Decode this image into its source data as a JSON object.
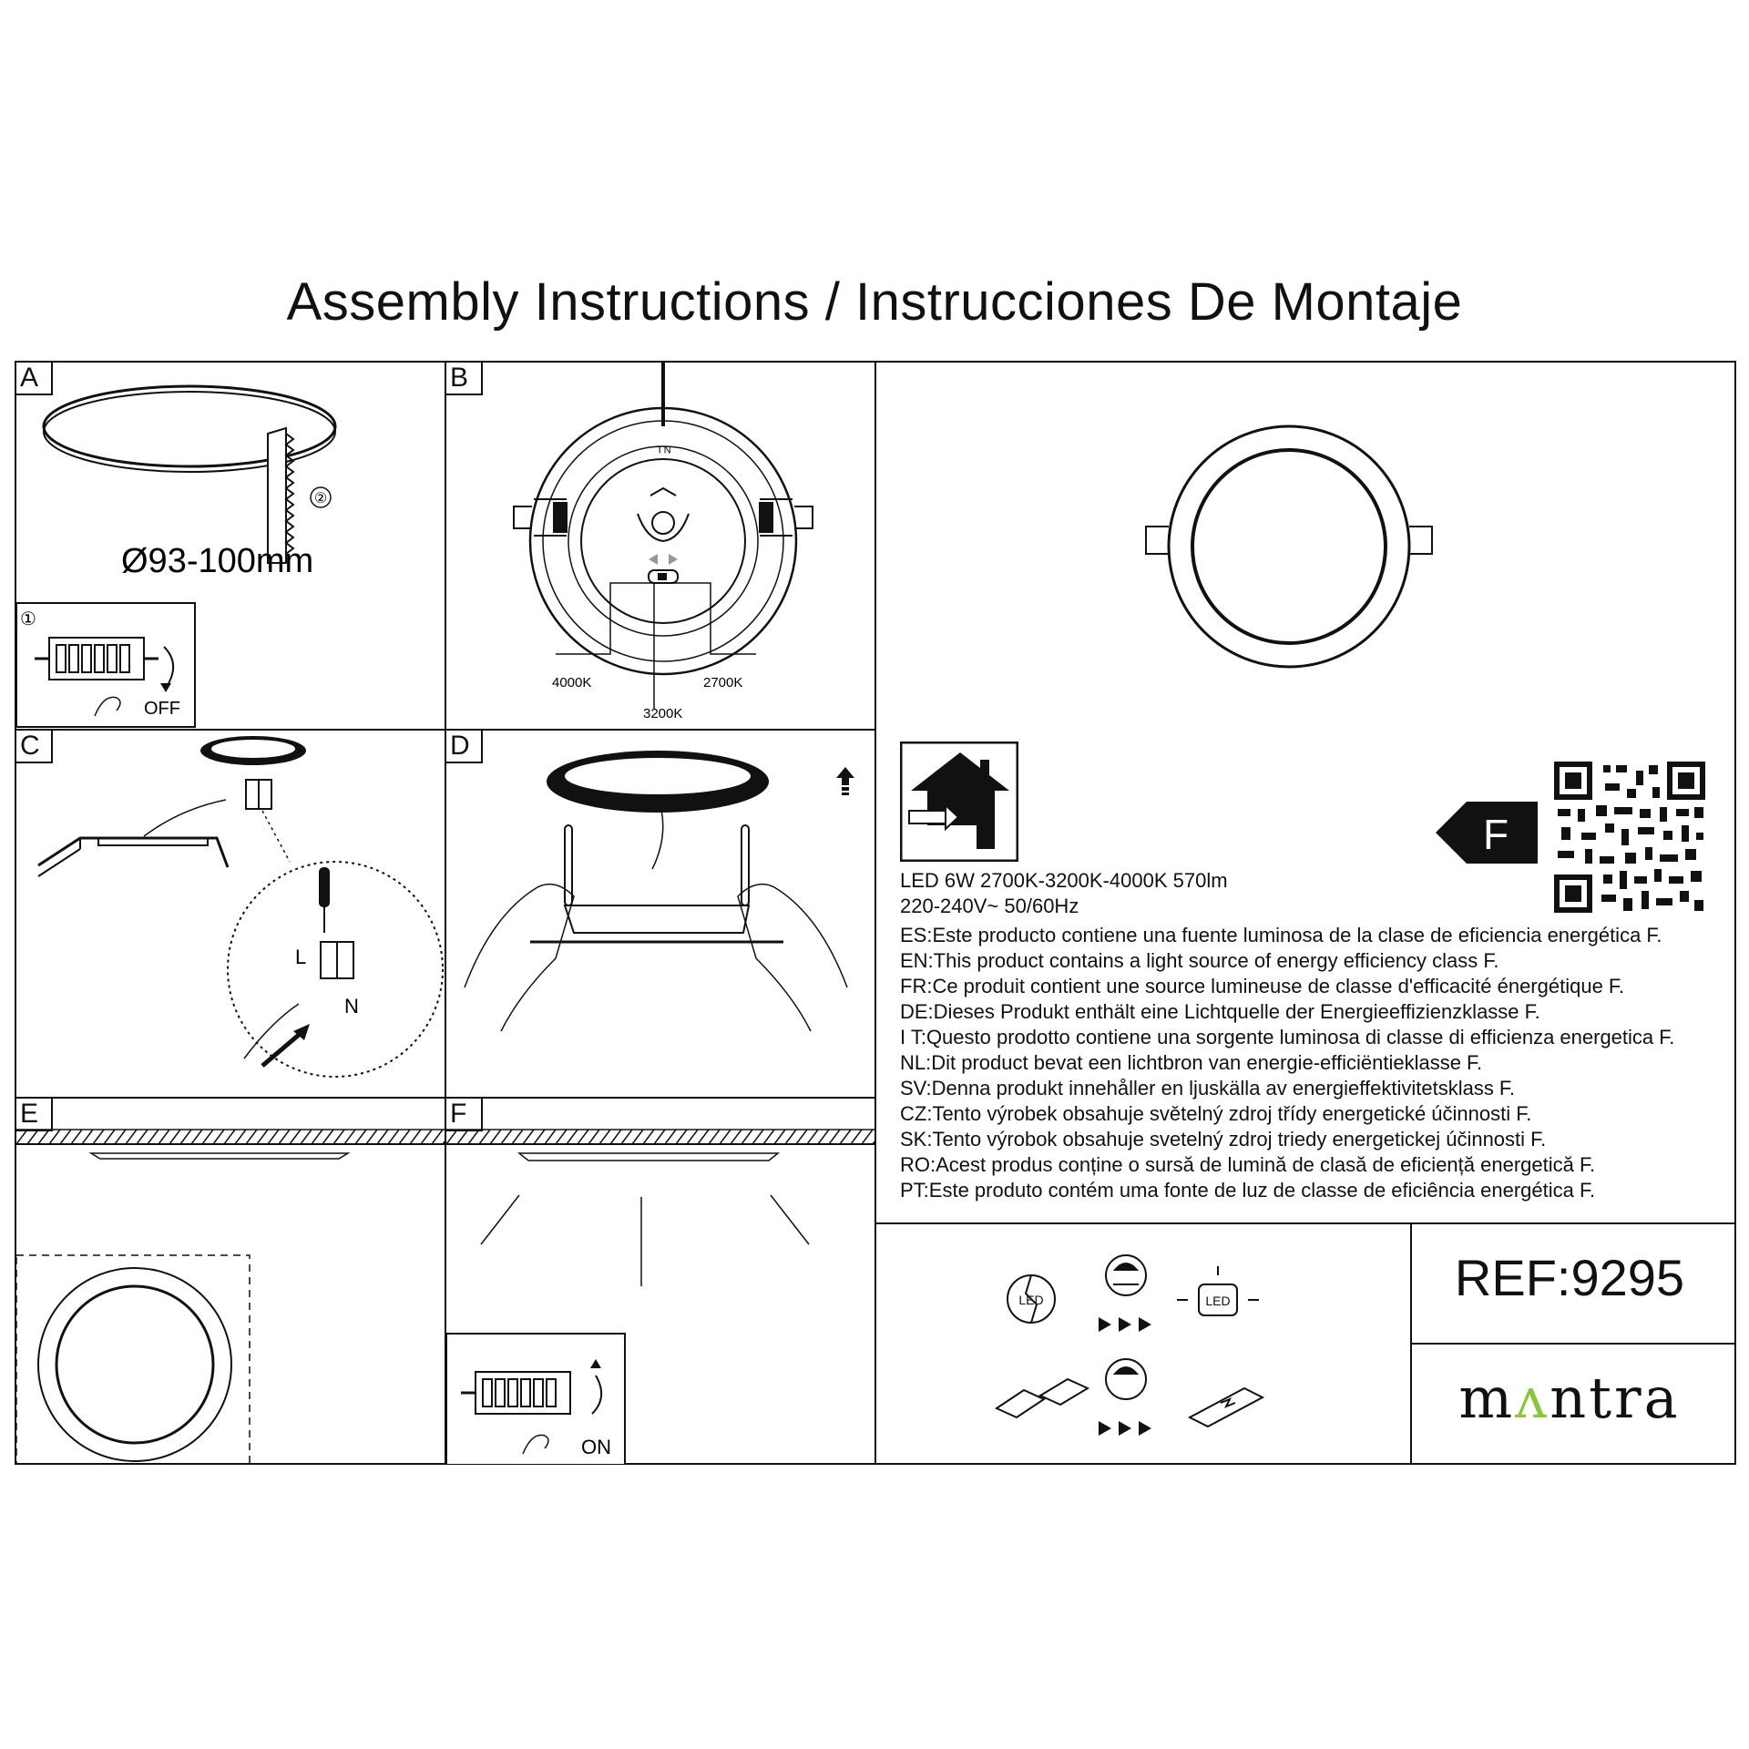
{
  "title": "Assembly Instructions / Instrucciones De Montaje",
  "panels": {
    "a": {
      "letter": "A",
      "diameter": "Ø93-100mm",
      "step1": "①",
      "step2": "②",
      "off": "OFF"
    },
    "b": {
      "letter": "B",
      "nl": "N L",
      "k4000": "4000K",
      "k2700": "2700K",
      "k3200": "3200K"
    },
    "c": {
      "letter": "C",
      "l": "L",
      "n": "N"
    },
    "d": {
      "letter": "D"
    },
    "e": {
      "letter": "E"
    },
    "f": {
      "letter": "F",
      "on": "ON"
    }
  },
  "energy": {
    "class": "F",
    "product": "LED 6W 2700K-3200K-4000K 570lm",
    "voltage": "220-240V~ 50/60Hz",
    "lines": [
      "ES:Este producto contiene una fuente luminosa de la clase de eficiencia energética F.",
      "EN:This product contains a light source of energy efficiency class F.",
      "FR:Ce produit contient une source lumineuse de classe d'efficacité énergétique F.",
      "DE:Dieses Produkt enthält eine Lichtquelle der Energieeffizienzklasse F.",
      "I T:Questo prodotto contiene una sorgente luminosa di classe di efficienza energetica F.",
      "NL:Dit product bevat een lichtbron van energie-efficiëntieklasse F.",
      "SV:Denna produkt innehåller en ljuskälla av energieffektivitetsklass F.",
      "CZ:Tento výrobek obsahuje světelný zdroj třídy energetické účinnosti F.",
      "SK:Tento výrobok obsahuje svetelný zdroj triedy energetickej účinnosti F.",
      "RO:Acest produs conține o sursă de lumină de clasă de eficiență energetică F.",
      "PT:Este produto contém uma fonte de luz de classe de eficiência energética F."
    ]
  },
  "icons": {
    "led_label": "LED",
    "broken_led_label": "LED"
  },
  "ref": "REF:9295",
  "brand": {
    "pre": "m",
    "mid": "ʌ",
    "post": "ntra"
  }
}
